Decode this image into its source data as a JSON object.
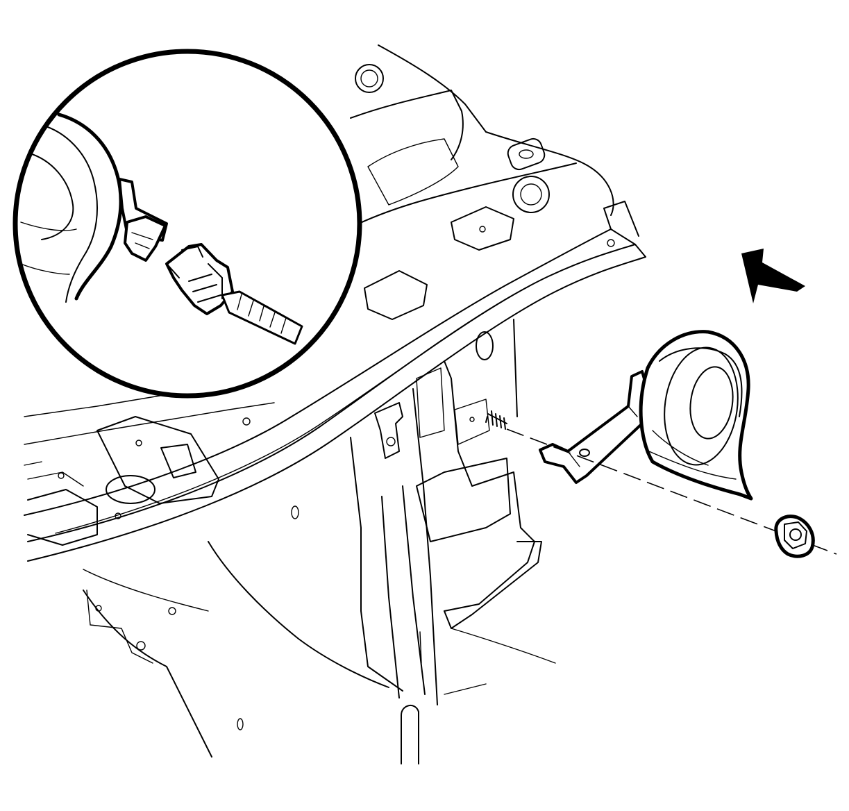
{
  "figure": {
    "kind": "service-manual-line-illustration",
    "style": "black line art on white",
    "background_color": "#ffffff",
    "line_color": "#000000",
    "parts": [
      "front-end-body-structure",
      "horn",
      "horn-mounting-bracket",
      "mounting-stud",
      "horn-nut",
      "horn-electrical-connector",
      "wiring-harness"
    ],
    "callouts": {
      "detail_view": "magnified-connector-detail",
      "direction_arrow": "forward-direction-arrow"
    },
    "printed_text": []
  }
}
